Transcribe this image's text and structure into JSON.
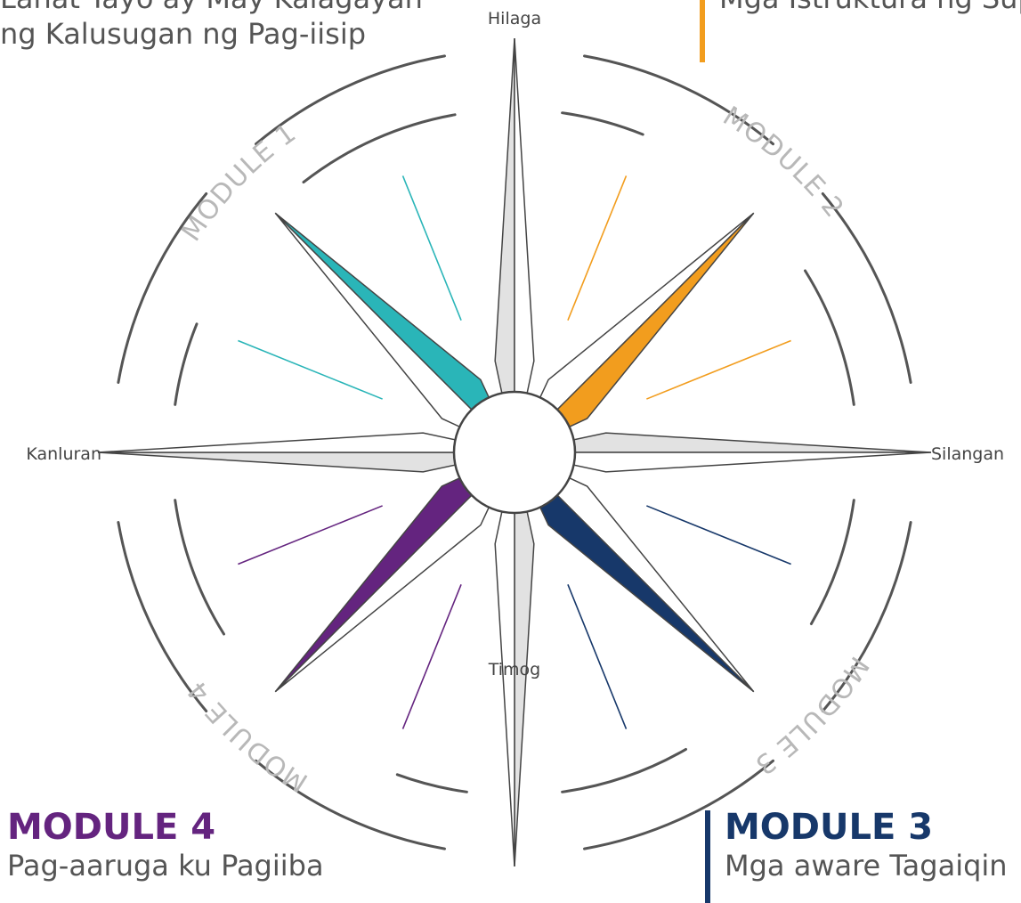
{
  "directions": {
    "north": "Hilaga",
    "east": "Silangan",
    "south": "Timog",
    "west": "Kanluran"
  },
  "ring_labels": {
    "module_1": "MODULE 1",
    "module_2": "MODULE 2",
    "module_3": "MODULE 3",
    "module_4": "MODULE 4"
  },
  "corner_text": {
    "top_left_line1": "Lahat Tayo ay May Kalagayan",
    "top_left_line2": "ng Kalusugan ng Pag-iisip",
    "top_right_desc": "Mga Istruktura ng Sup",
    "bottom_left_title": "MODULE 4",
    "bottom_left_desc": "Pag-aaruga ku Pagiiba",
    "bottom_right_title": "MODULE 3",
    "bottom_right_desc": "Mga aware Tagaiqin"
  },
  "colors": {
    "module_1": "#2ab5b8",
    "module_2": "#f29d1e",
    "module_3": "#17386a",
    "module_4": "#64247f",
    "star_fill": "#e2e2e2",
    "ring": "#555555",
    "ring_label": "#b8b8b8"
  }
}
